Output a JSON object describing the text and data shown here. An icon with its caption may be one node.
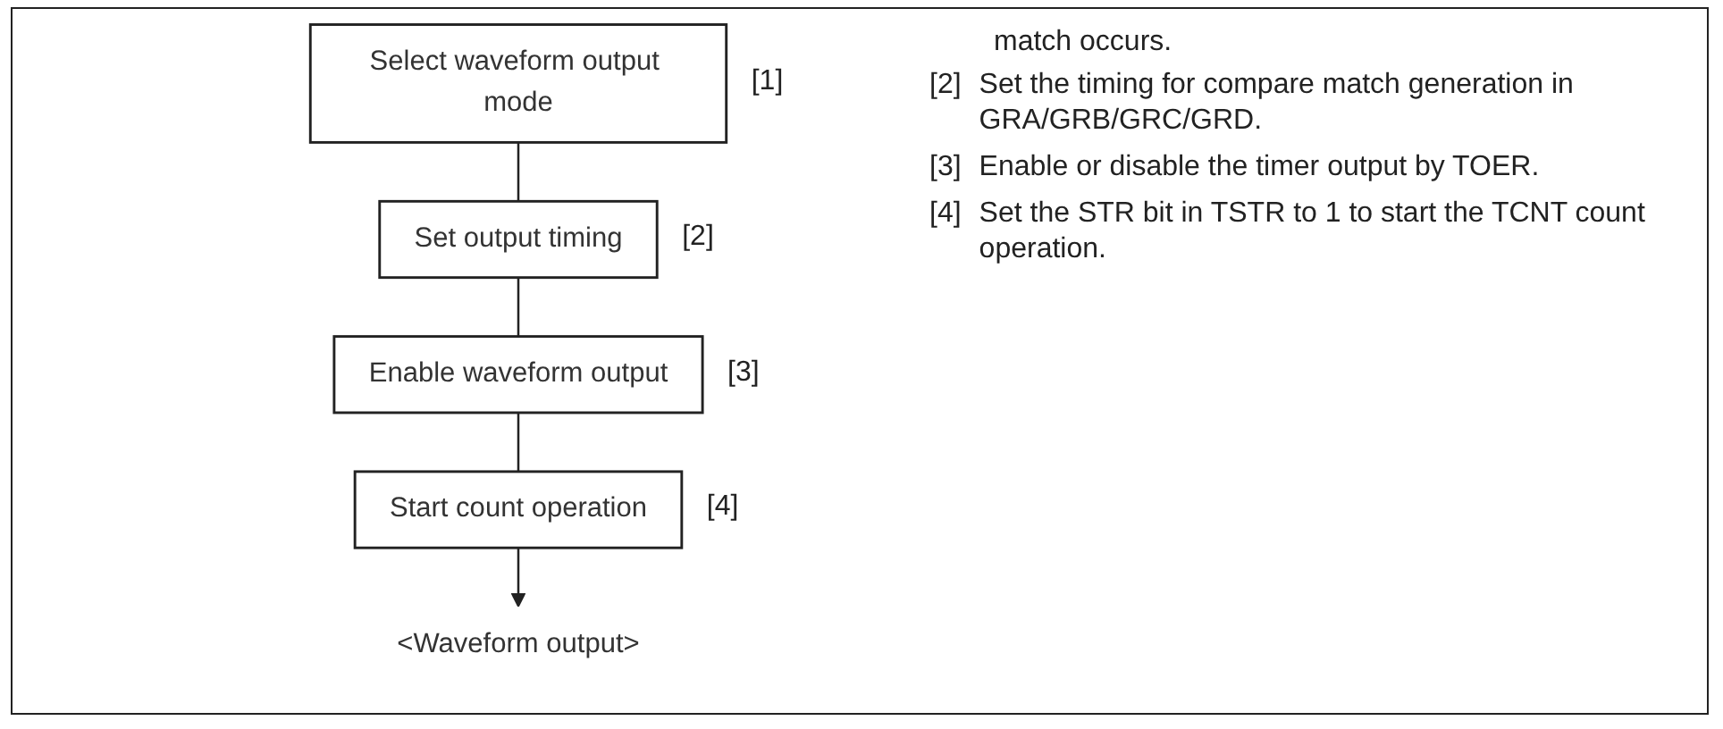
{
  "diagram": {
    "nodes": [
      {
        "text": [
          "Select waveform output mode"
        ],
        "beside": [
          "[1]"
        ]
      },
      {
        "text": [
          "Set output timing"
        ],
        "beside": [
          "[2]"
        ]
      },
      {
        "text": [
          "Enable waveform output"
        ],
        "beside": [
          "[3]"
        ]
      },
      {
        "text": [
          "Start count operation"
        ],
        "beside": [
          "[4]"
        ]
      },
      {
        "text": [
          "<Waveform output>"
        ]
      }
    ],
    "edges": [
      {
        "from": 0,
        "to": 1,
        "arrow": "none"
      },
      {
        "from": 1,
        "to": 2,
        "arrow": "none"
      },
      {
        "from": 2,
        "to": 3,
        "arrow": "none"
      },
      {
        "from": 3,
        "to": 4,
        "arrow": "to"
      }
    ],
    "labels": [
      "match occurs.",
      "[2]",
      "Set the timing for compare match generation in GRA/GRB/GRC/GRD.",
      "[3]",
      "Enable or disable the timer output by TOER.",
      "[4]",
      "Set the STR bit in TSTR to 1 to start the TCNT count operation."
    ]
  }
}
